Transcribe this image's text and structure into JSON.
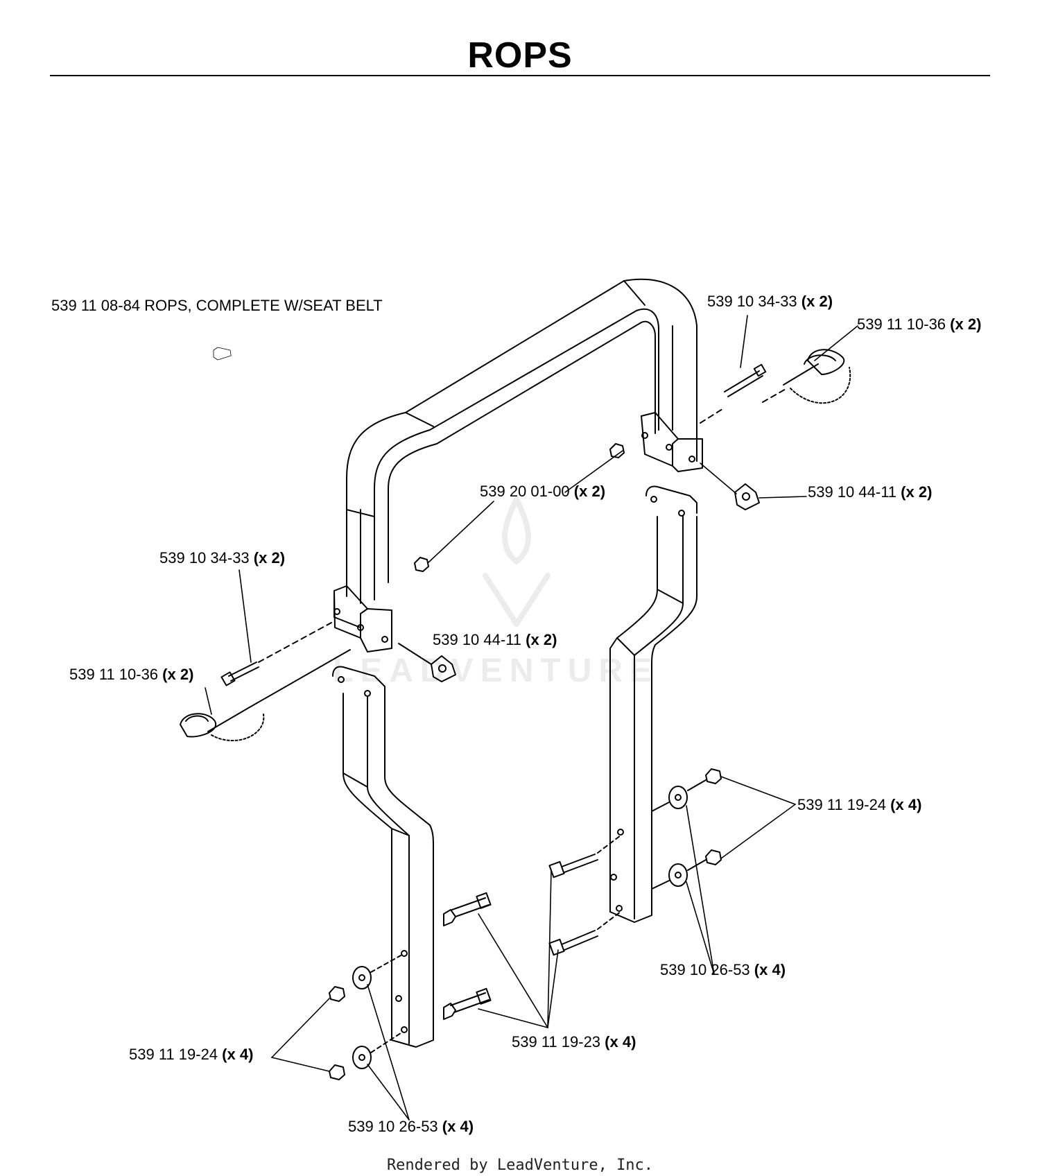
{
  "page": {
    "title": "ROPS",
    "assembly_label": "539 11 08-84 ROPS, COMPLETE W/SEAT BELT",
    "footer": "Rendered by LeadVenture, Inc.",
    "watermark": "LEADVENTURE"
  },
  "callouts": [
    {
      "id": "c1",
      "part": "539 10 34-33",
      "qty": "(x 2)"
    },
    {
      "id": "c2",
      "part": "539 11 10-36",
      "qty": "(x 2)"
    },
    {
      "id": "c3",
      "part": "539 20 01-00",
      "qty": "(x 2)"
    },
    {
      "id": "c4",
      "part": "539 10 44-11",
      "qty": "(x 2)"
    },
    {
      "id": "c5",
      "part": "539 10 34-33",
      "qty": "(x 2)"
    },
    {
      "id": "c6",
      "part": "539 10 44-11",
      "qty": "(x 2)"
    },
    {
      "id": "c7",
      "part": "539 11 10-36",
      "qty": "(x 2)"
    },
    {
      "id": "c8",
      "part": "539 11 19-24",
      "qty": "(x 4)"
    },
    {
      "id": "c9",
      "part": "539 10 26-53",
      "qty": "(x 4)"
    },
    {
      "id": "c10",
      "part": "539 11 19-24",
      "qty": "(x 4)"
    },
    {
      "id": "c11",
      "part": "539 11 19-23",
      "qty": "(x 4)"
    },
    {
      "id": "c12",
      "part": "539 10 26-53",
      "qty": "(x 4)"
    }
  ]
}
